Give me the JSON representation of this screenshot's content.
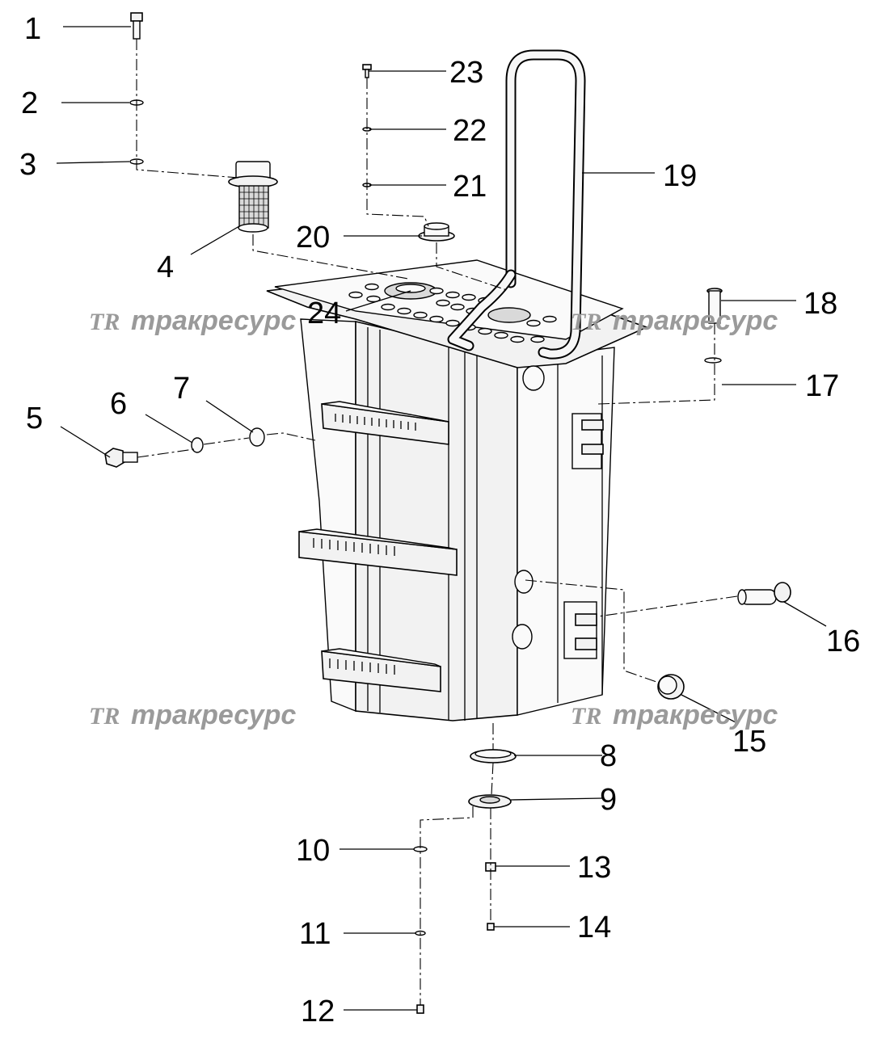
{
  "callouts": [
    {
      "id": "1",
      "label": "1"
    },
    {
      "id": "2",
      "label": "2"
    },
    {
      "id": "3",
      "label": "3"
    },
    {
      "id": "4",
      "label": "4"
    },
    {
      "id": "5",
      "label": "5"
    },
    {
      "id": "6",
      "label": "6"
    },
    {
      "id": "7",
      "label": "7"
    },
    {
      "id": "8",
      "label": "8"
    },
    {
      "id": "9",
      "label": "9"
    },
    {
      "id": "10",
      "label": "10"
    },
    {
      "id": "11",
      "label": "11"
    },
    {
      "id": "12",
      "label": "12"
    },
    {
      "id": "13",
      "label": "13"
    },
    {
      "id": "14",
      "label": "14"
    },
    {
      "id": "15",
      "label": "15"
    },
    {
      "id": "16",
      "label": "16"
    },
    {
      "id": "17",
      "label": "17"
    },
    {
      "id": "18",
      "label": "18"
    },
    {
      "id": "19",
      "label": "19"
    },
    {
      "id": "20",
      "label": "20"
    },
    {
      "id": "21",
      "label": "21"
    },
    {
      "id": "22",
      "label": "22"
    },
    {
      "id": "23",
      "label": "23"
    },
    {
      "id": "24",
      "label": "24"
    }
  ],
  "watermark": {
    "logo": "TR",
    "text": "тракресурс"
  }
}
